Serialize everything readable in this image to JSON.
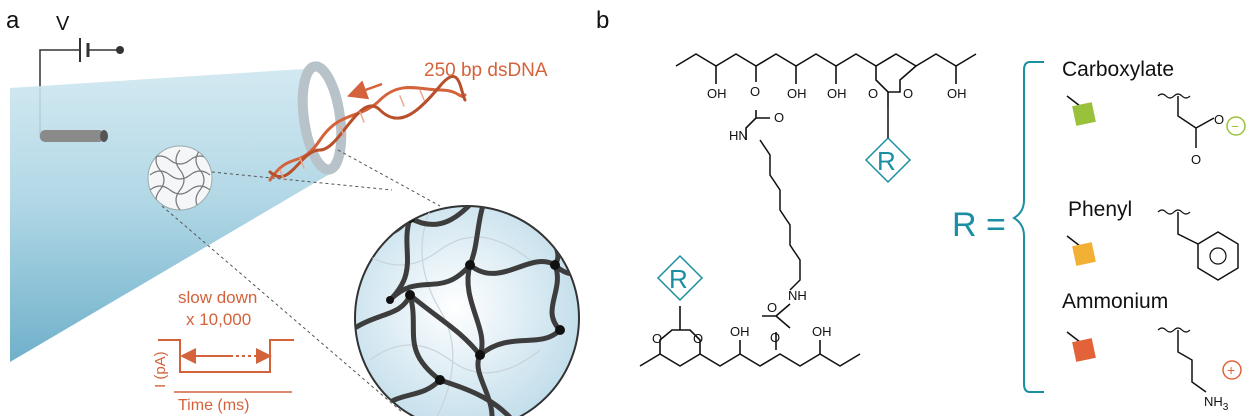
{
  "panel_a": {
    "letter": "a",
    "voltage_label": "V",
    "dna_label": "250 bp dsDNA",
    "slowdown_line1": "slow down",
    "slowdown_line2": "x 10,000",
    "current_axis_label": "I (pA)",
    "time_axis_label": "Time (ms)"
  },
  "panel_b": {
    "letter": "b",
    "oh_label": "OH",
    "o_label": "O",
    "hn_label": "HN",
    "nh_label": "NH",
    "r_label": "R",
    "r_equals": "R =",
    "groups": [
      {
        "name": "Carboxylate",
        "color": "#9ac13c"
      },
      {
        "name": "Phenyl",
        "color": "#f2b134"
      },
      {
        "name": "Ammonium",
        "color": "#e3623a"
      }
    ],
    "nh3_label": "NH",
    "nh3_sub": "3",
    "minus_sign": "−",
    "plus_sign": "+"
  },
  "colors": {
    "accent_orange": "#d4623a",
    "accent_teal": "#1a8fa3",
    "pipette_blue": "#a9d3e3"
  }
}
